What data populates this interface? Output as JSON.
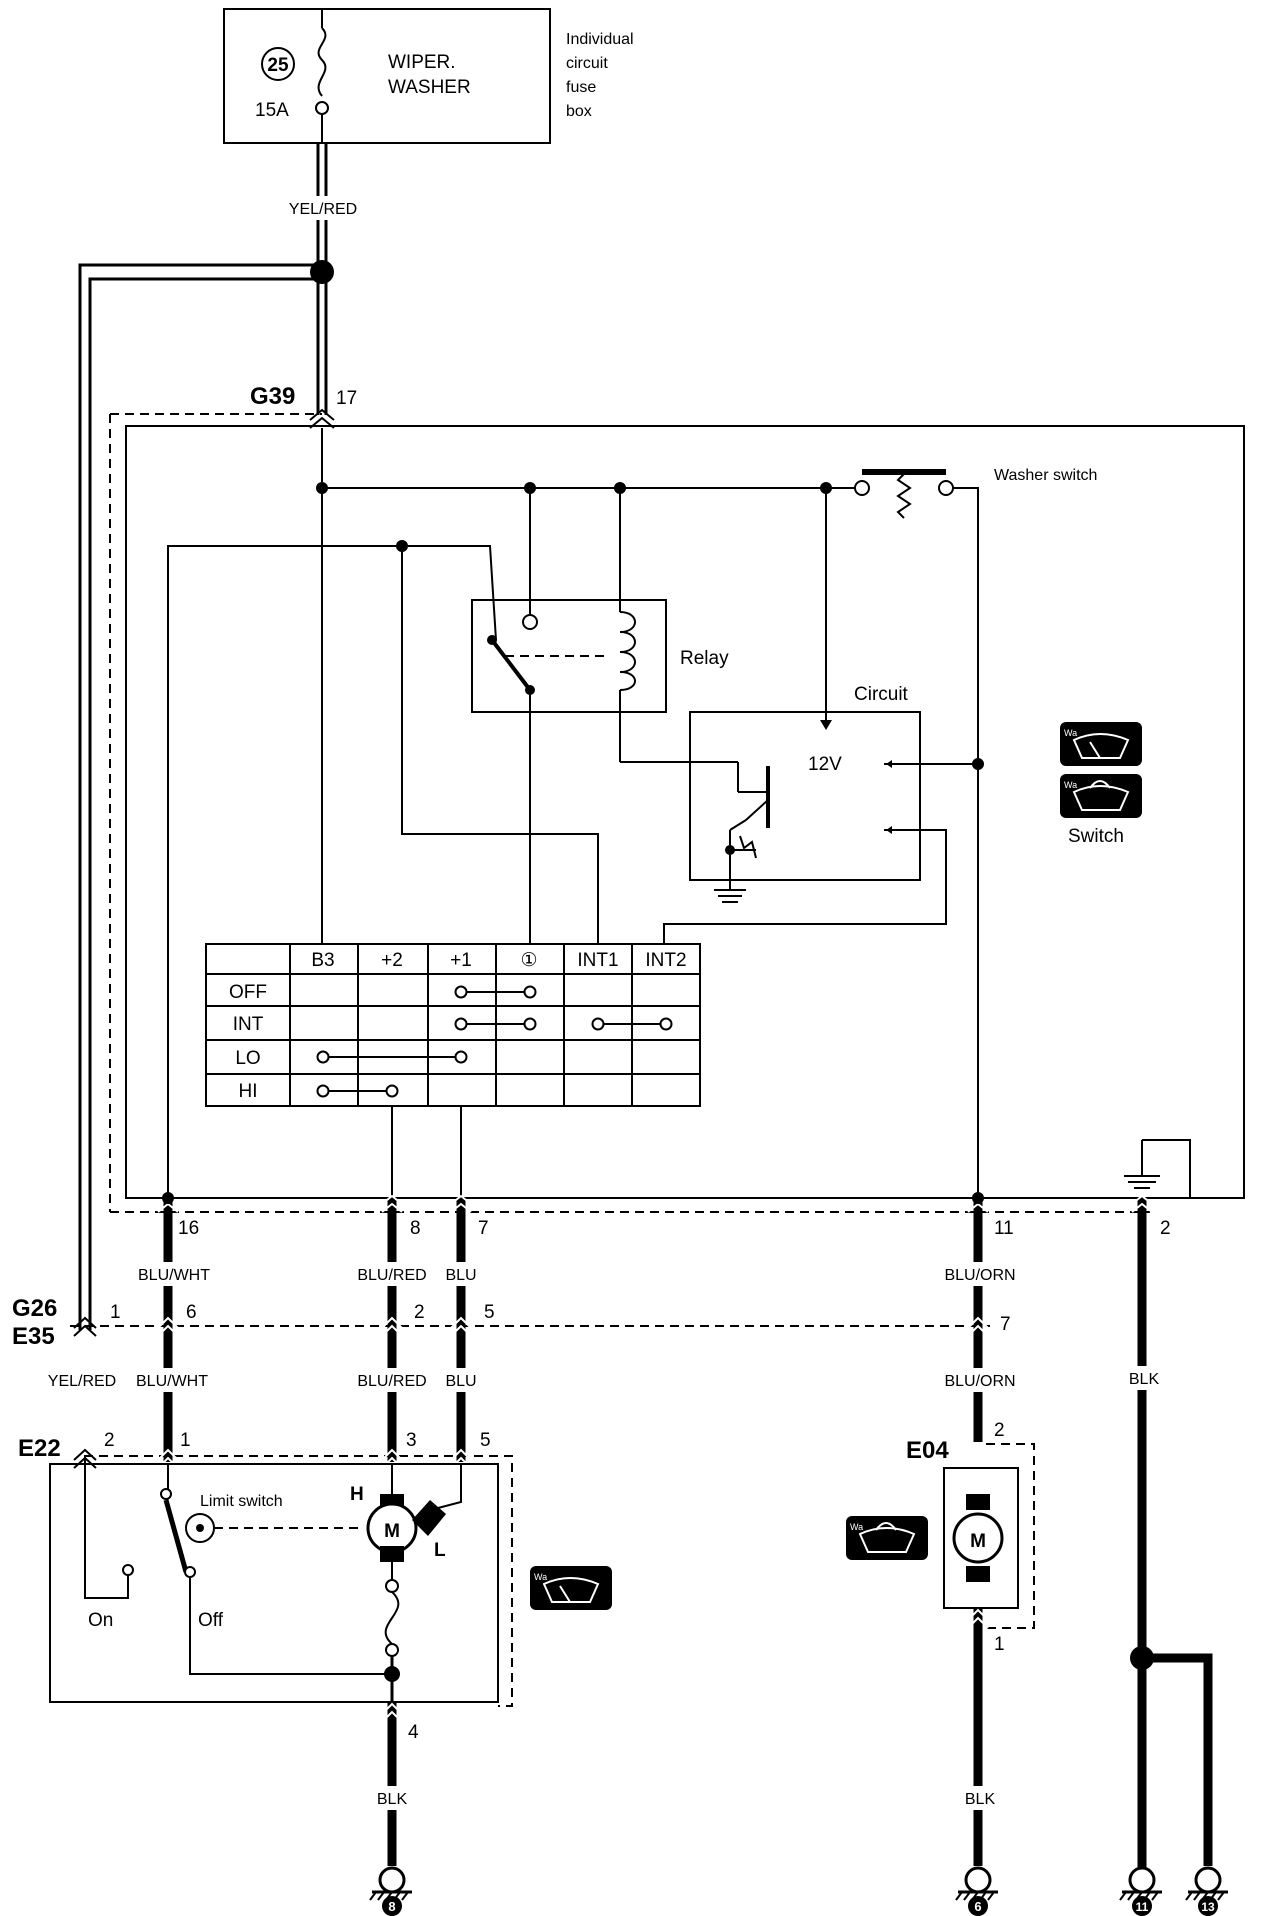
{
  "fuse_box": {
    "fuse_number": "25",
    "rating": "15A",
    "name_line1": "WIPER.",
    "name_line2": "WASHER",
    "desc_line1": "Individual",
    "desc_line2": "circuit",
    "desc_line3": "fuse",
    "desc_line4": "box"
  },
  "wire_colors": {
    "yel_red": "YEL/RED",
    "blu_wht": "BLU/WHT",
    "blu_red": "BLU/RED",
    "blu": "BLU",
    "blu_orn": "BLU/ORN",
    "blk": "BLK"
  },
  "connectors": {
    "g39": "G39",
    "g26": "G26",
    "e35": "E35",
    "e22": "E22",
    "e04": "E04"
  },
  "pins": {
    "g39_17": "17",
    "sw_16": "16",
    "sw_8": "8",
    "sw_7": "7",
    "sw_11": "11",
    "sw_2": "2",
    "g26_1": "1",
    "g26_6": "6",
    "g26_2": "2",
    "g26_5": "5",
    "g26_7": "7",
    "e22_2": "2",
    "e22_1": "1",
    "e22_3": "3",
    "e22_5": "5",
    "e22_4": "4",
    "e04_2": "2",
    "e04_1": "1"
  },
  "switch_module": {
    "washer_switch": "Washer switch",
    "relay": "Relay",
    "circuit": "Circuit",
    "voltage": "12V",
    "switch_label": "Switch"
  },
  "switch_table": {
    "headers": [
      "B3",
      "+2",
      "+1",
      "①",
      "INT1",
      "INT2"
    ],
    "rows": [
      "OFF",
      "INT",
      "LO",
      "HI"
    ]
  },
  "wiper_motor": {
    "limit_switch": "Limit switch",
    "motor": "M",
    "high": "H",
    "low": "L",
    "on": "On",
    "off": "Off"
  },
  "washer_motor": {
    "motor": "M"
  },
  "grounds": [
    "8",
    "6",
    "11",
    "13"
  ],
  "icon_wa": "Wa"
}
